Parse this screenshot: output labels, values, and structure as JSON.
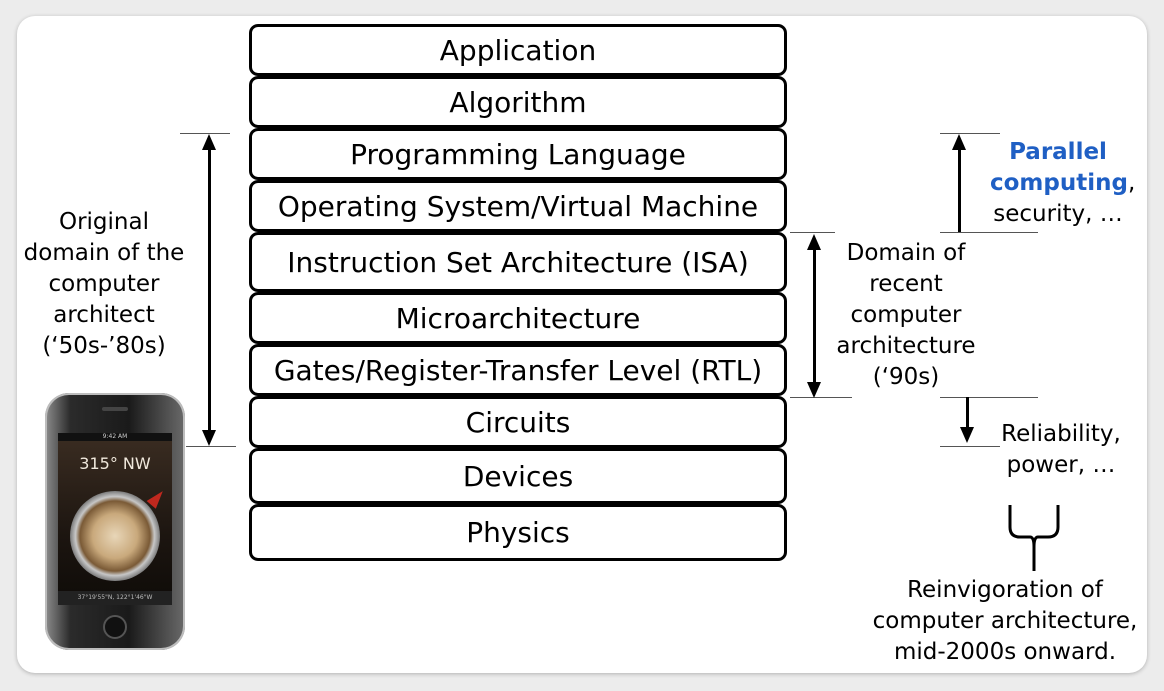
{
  "layers": [
    "Application",
    "Algorithm",
    "Programming Language",
    "Operating System/Virtual Machine",
    "Instruction Set Architecture (ISA)",
    "Microarchitecture",
    "Gates/Register-Transfer Level (RTL)",
    "Circuits",
    "Devices",
    "Physics"
  ],
  "left_annotation": {
    "lines": [
      "Original",
      "domain of the",
      "computer",
      "architect",
      "(‘50s-’80s)"
    ]
  },
  "middle_annotation": {
    "lines": [
      "Domain of",
      "recent",
      "computer",
      "architecture",
      "(‘90s)"
    ]
  },
  "top_right_annotation": {
    "parallel_line1": "Parallel",
    "parallel_line2": "computing",
    "comma": ",",
    "line3": "security, …"
  },
  "bottom_right_annotation": {
    "lines": [
      "Reliability,",
      "power, …"
    ]
  },
  "footer_annotation": {
    "lines": [
      "Reinvigoration of",
      "computer architecture,",
      "mid-2000s onward."
    ]
  },
  "phone": {
    "status": "9:42 AM",
    "heading": "315° NW",
    "coordinates": "37°19'55\"N, 122°1'46\"W"
  },
  "colors": {
    "accent_blue": "#1f5fc4",
    "border": "#000000"
  }
}
